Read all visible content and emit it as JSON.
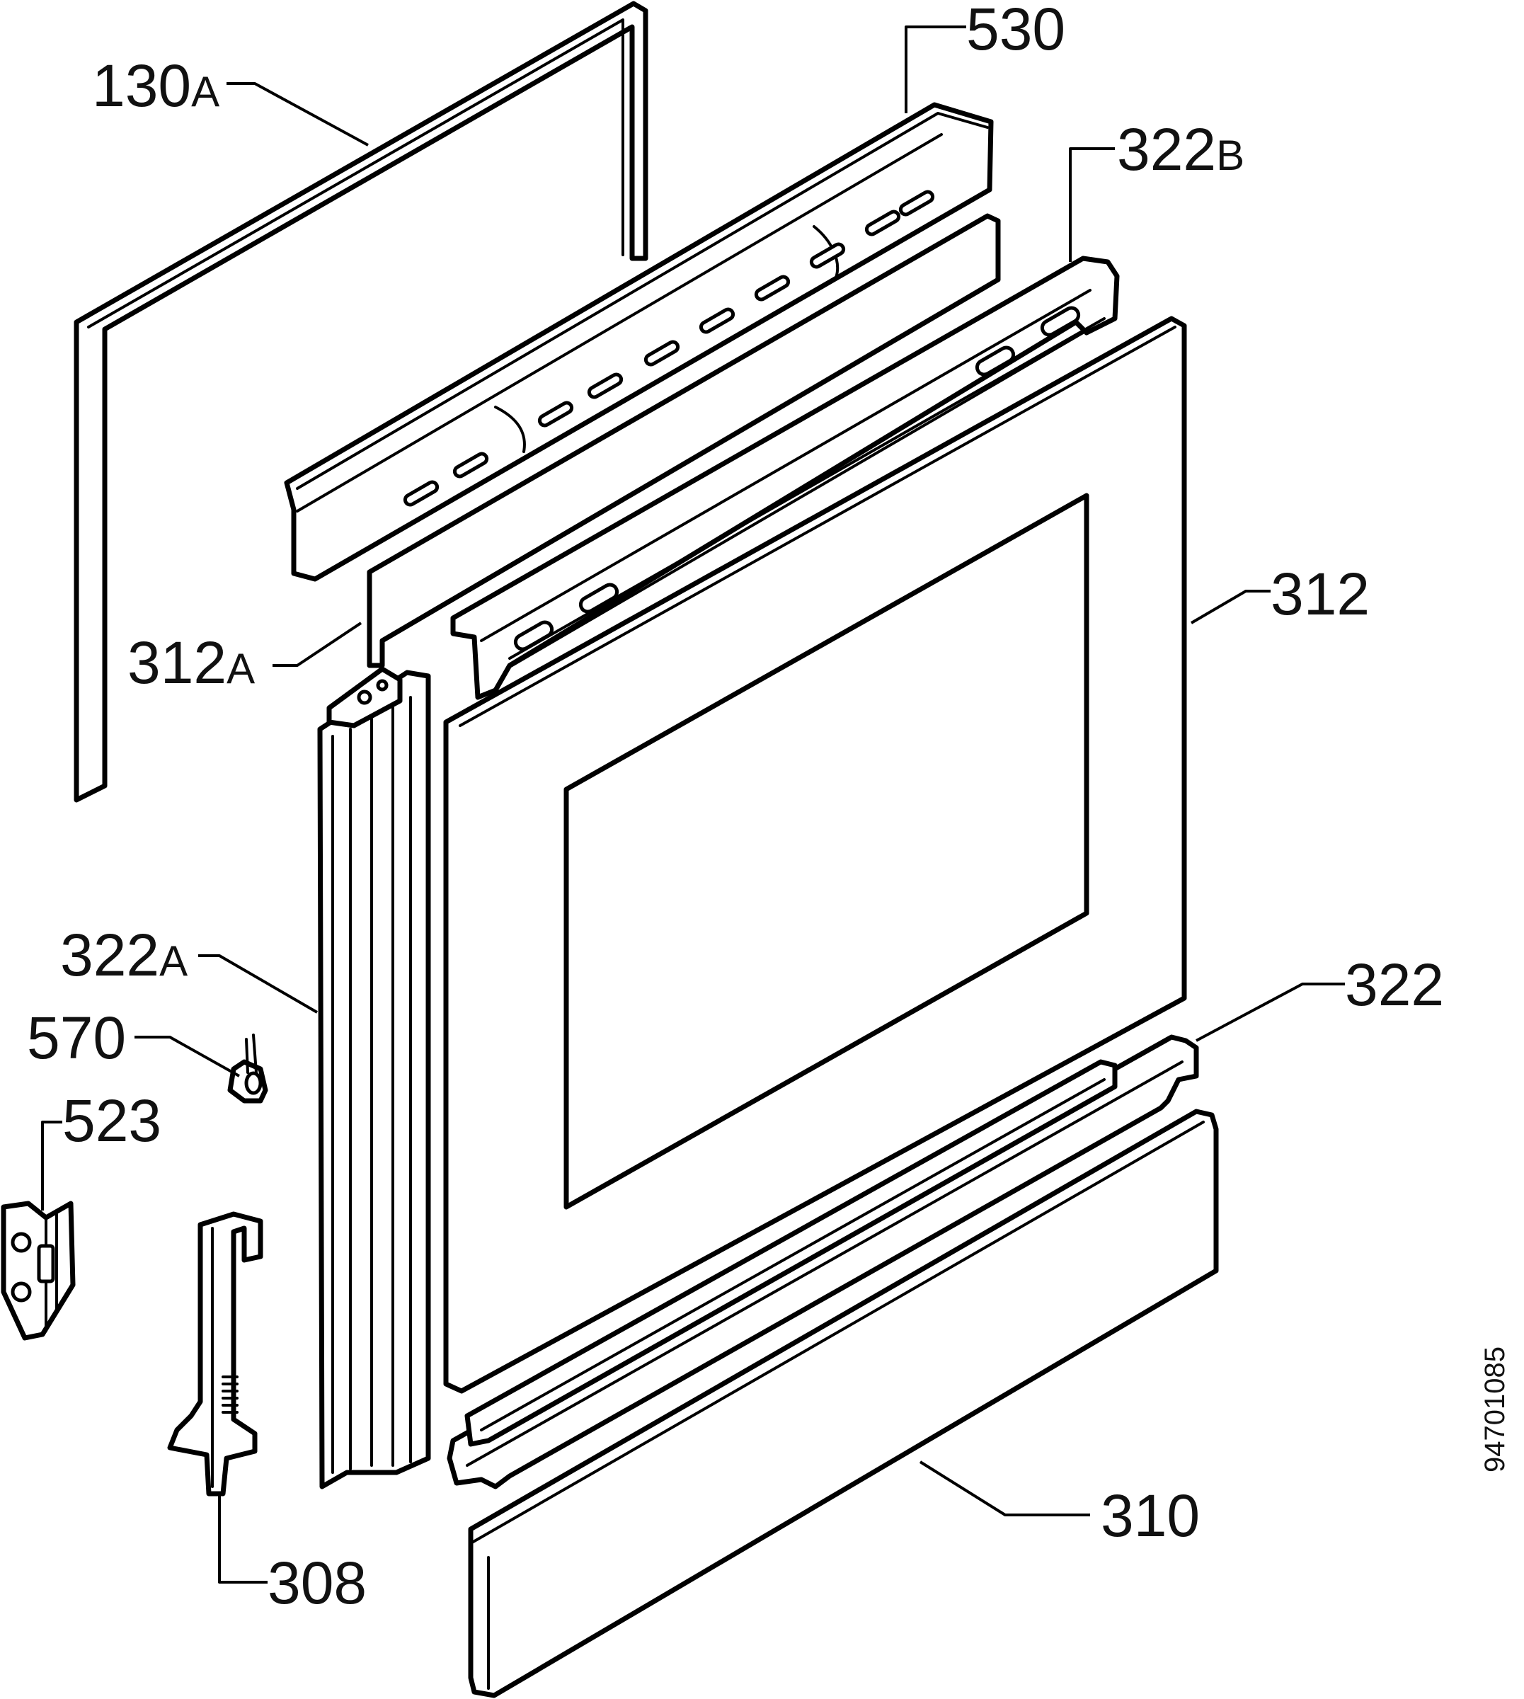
{
  "labels": {
    "p130A": {
      "num": "130",
      "suffix": "A"
    },
    "p530": {
      "num": "530",
      "suffix": ""
    },
    "p322B": {
      "num": "322",
      "suffix": "B"
    },
    "p312": {
      "num": "312",
      "suffix": ""
    },
    "p312A": {
      "num": "312",
      "suffix": "A"
    },
    "p322A": {
      "num": "322",
      "suffix": "A"
    },
    "p570": {
      "num": "570",
      "suffix": ""
    },
    "p523": {
      "num": "523",
      "suffix": ""
    },
    "p322": {
      "num": "322",
      "suffix": ""
    },
    "p310": {
      "num": "310",
      "suffix": ""
    },
    "p308": {
      "num": "308",
      "suffix": ""
    }
  },
  "reference_code": "94701085",
  "colors": {
    "line": "#000000",
    "background": "#ffffff"
  }
}
